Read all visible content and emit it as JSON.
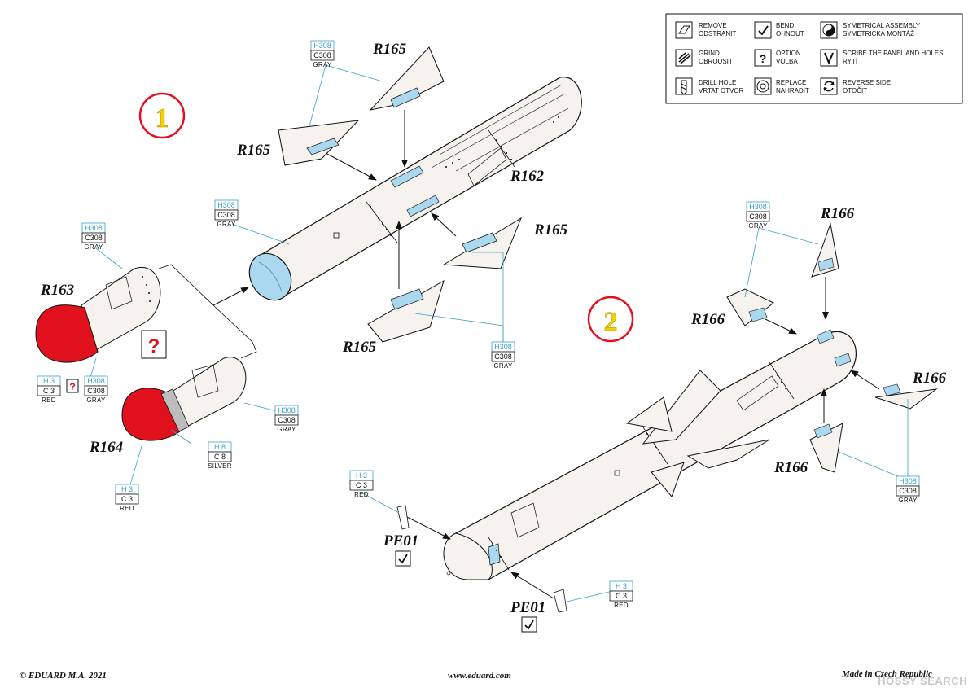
{
  "steps": {
    "step1": "1",
    "step2": "2"
  },
  "parts": {
    "r165_a": "R165",
    "r165_b": "R165",
    "r165_c": "R165",
    "r165_d": "R165",
    "r162": "R162",
    "r163": "R163",
    "r164": "R164",
    "r166_a": "R166",
    "r166_b": "R166",
    "r166_c": "R166",
    "r166_d": "R166",
    "pe01_a": "PE01",
    "pe01_b": "PE01"
  },
  "paint": {
    "gray": {
      "h": "H308",
      "c": "C308",
      "name": "GRAY"
    },
    "red": {
      "h": "H 3",
      "c": "C 3",
      "name": "RED"
    },
    "silver": {
      "h": "H 8",
      "c": "C 8",
      "name": "SILVER"
    }
  },
  "option_mark": "?",
  "legend": {
    "remove": [
      "REMOVE",
      "ODSTRANIT"
    ],
    "bend": [
      "BEND",
      "OHNOUT"
    ],
    "symmetrical": [
      "SYMETRICAL ASSEMBLY",
      "SYMETRICKÁ MONTÁŽ"
    ],
    "grind": [
      "GRIND",
      "OBROUSIT"
    ],
    "option": [
      "OPTION",
      "VOLBA"
    ],
    "scribe": [
      "SCRIBE THE PANEL AND HOLES",
      "RYTÍ"
    ],
    "drill": [
      "DRILL HOLE",
      "VRTAT OTVOR"
    ],
    "replace": [
      "REPLACE",
      "NAHRADIT"
    ],
    "reverse": [
      "REVERSE SIDE",
      "OTOČIT"
    ]
  },
  "icons": [
    "remove-icon",
    "bend-icon",
    "symmetry-icon",
    "grind-icon",
    "option-icon",
    "scribe-icon",
    "drill-icon",
    "replace-icon",
    "reverse-icon"
  ],
  "colors": {
    "red_part": "#e0101c",
    "blue_part": "#a9d8ef",
    "callout": "#3aa0c8",
    "body": "#f6f3ee"
  },
  "footer": {
    "copyright": "© EDUARD  M.A. 2021",
    "url": "www.eduard.com",
    "made_in": "Made in Czech Republic"
  },
  "watermark": "HOSSY SEARCH"
}
